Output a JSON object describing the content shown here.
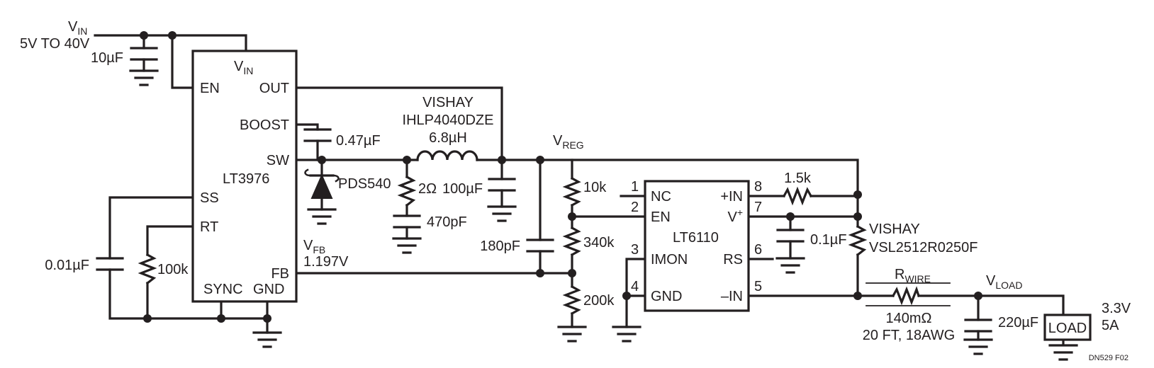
{
  "vin": {
    "label": "V",
    "sub": "IN",
    "range": "5V TO 40V",
    "cap": "10µF"
  },
  "lt3976": {
    "name": "LT3976",
    "pins": {
      "vin": "V",
      "vin_sub": "IN",
      "en": "EN",
      "out": "OUT",
      "boost": "BOOST",
      "sw": "SW",
      "ss": "SS",
      "rt": "RT",
      "fb": "FB",
      "sync": "SYNC",
      "gnd": "GND"
    }
  },
  "boost_cap": "0.47µF",
  "diode": "PDS540",
  "inductor": {
    "mfr": "VISHAY",
    "part": "IHLP4040DZE",
    "value": "6.8µH"
  },
  "snubber": {
    "resistor": "2Ω",
    "cap": "470pF"
  },
  "out_cap": "100µF",
  "ff_cap": "180pF",
  "vfb": {
    "label": "V",
    "sub": "FB",
    "value": "1.197V"
  },
  "vreg": {
    "label": "V",
    "sub": "REG"
  },
  "divider": {
    "r1": "10k",
    "r2": "340k",
    "r3": "200k"
  },
  "ss_cap": "0.01µF",
  "rt_res": "100k",
  "lt6110": {
    "name": "LT6110",
    "pins": {
      "nc": "NC",
      "en": "EN",
      "imon": "IMON",
      "gnd": "GND",
      "pin_in": "+IN",
      "vplus": "V",
      "vplus_sup": "+",
      "rs": "RS",
      "min_in": "–IN"
    },
    "pin_numbers": [
      "1",
      "2",
      "3",
      "4",
      "5",
      "6",
      "7",
      "8"
    ]
  },
  "r_1k5": "1.5k",
  "bypass_cap": "0.1µF",
  "sense": {
    "mfr": "VISHAY",
    "part": "VSL2512R0250F"
  },
  "wire": {
    "label": "R",
    "sub": "WIRE",
    "value": "140mΩ",
    "desc": "20 FT, 18AWG"
  },
  "vload": {
    "label": "V",
    "sub": "LOAD"
  },
  "load_cap": "220µF",
  "load": {
    "label": "LOAD",
    "voltage": "3.3V",
    "current": "5A"
  },
  "figure_id": "DN529 F02"
}
